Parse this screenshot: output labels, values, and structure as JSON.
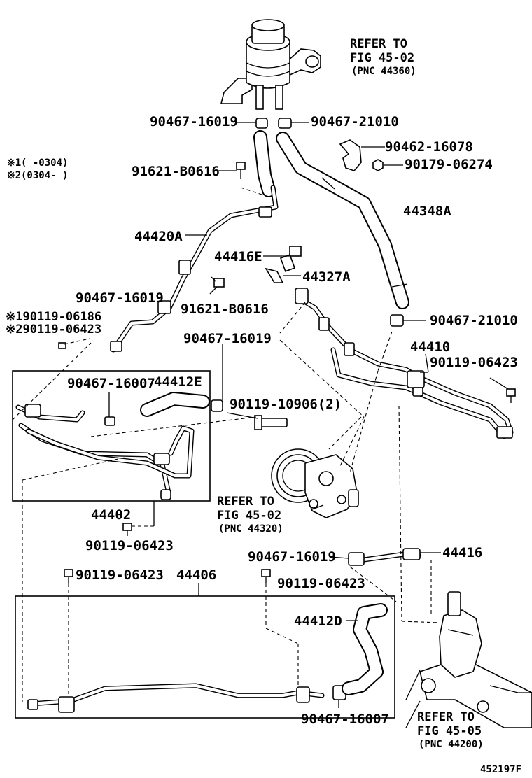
{
  "legend": [
    {
      "mark": "※1",
      "range": "(      -0304)"
    },
    {
      "mark": "※2",
      "range": "(0304-      )"
    }
  ],
  "refs": {
    "reservoir": {
      "line1": "REFER TO",
      "line2": "FIG 45-02",
      "line3": "(PNC 44360)"
    },
    "pump": {
      "line1": "REFER TO",
      "line2": "FIG 45-02",
      "line3": "(PNC 44320)"
    },
    "gear": {
      "line1": "REFER TO",
      "line2": "FIG 45-05",
      "line3": "(PNC 44200)"
    }
  },
  "parts": {
    "p90467_16019_a": "90467-16019",
    "p90467_21010_a": "90467-21010",
    "p90462_16078": "90462-16078",
    "p90179_06274": "90179-06274",
    "p91621_b0616_a": "91621-B0616",
    "p44348a": "44348A",
    "p44420a": "44420A",
    "p44416e": "44416E",
    "p44327a": "44327A",
    "p90467_16019_b": "90467-16019",
    "p91621_b0616_b": "91621-B0616",
    "p90467_21010_b": "90467-21010",
    "p90119_06186": "※190119-06186",
    "p90119_06423_x2": "※290119-06423",
    "p90467_16019_c": "90467-16019",
    "p44410": "44410",
    "p90119_06423_a": "90119-06423",
    "p90467_16007_a": "90467-16007",
    "p44412e": "44412E",
    "p90119_10906": "90119-10906(2)",
    "p44402": "44402",
    "p90119_06423_b": "90119-06423",
    "p90467_16019_d": "90467-16019",
    "p44416": "44416",
    "p90119_06423_c": "90119-06423",
    "p44406": "44406",
    "p90119_06423_d": "90119-06423",
    "p44412d": "44412D",
    "p90467_16007_b": "90467-16007"
  },
  "figure_id": "452197F"
}
